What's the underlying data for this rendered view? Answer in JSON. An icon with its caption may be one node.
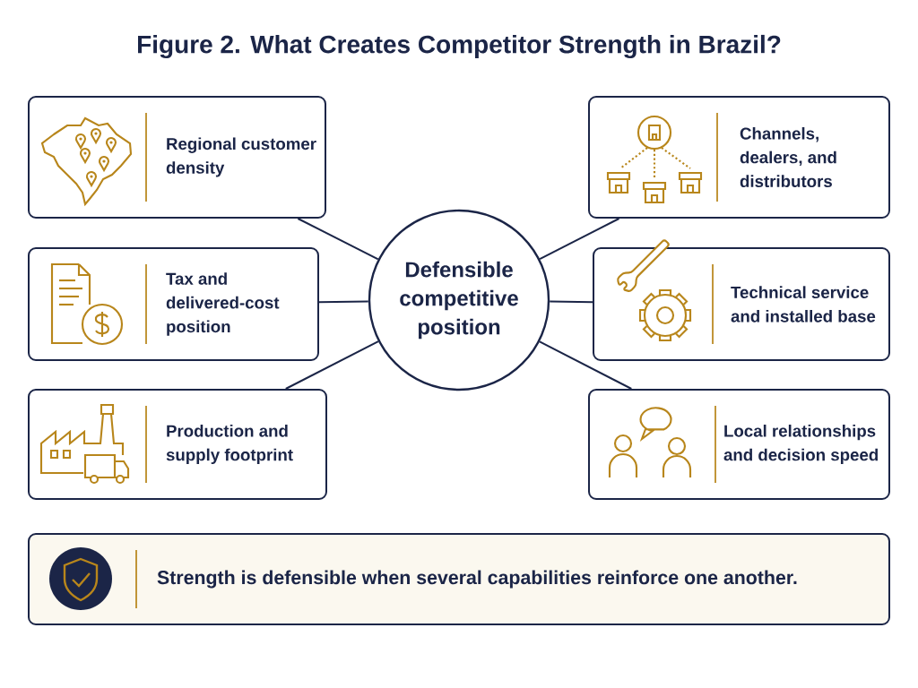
{
  "diagram": {
    "title": "Figure 2. What Creates Competitor Strength in Brazil?",
    "nodes": [
      {
        "text": [
          "Regional customer density"
        ]
      },
      {
        "text": [
          "Channels, dealers, and distributors"
        ]
      },
      {
        "text": [
          "Tax and delivered-cost position"
        ]
      },
      {
        "text": [
          "Defensible competitive position"
        ]
      },
      {
        "text": [
          "Technical service and installed base"
        ]
      },
      {
        "text": [
          "Production and supply footprint"
        ]
      },
      {
        "text": [
          "Local relationships and decision speed"
        ]
      },
      {
        "text": [
          "Strength is defensible when several capabilities reinforce one another."
        ]
      }
    ],
    "edges": [
      {
        "from": 3,
        "to": 0,
        "arrow": "none"
      },
      {
        "from": 3,
        "to": 1,
        "arrow": "none"
      },
      {
        "from": 3,
        "to": 2,
        "arrow": "none"
      },
      {
        "from": 3,
        "to": 4,
        "arrow": "none"
      },
      {
        "from": 3,
        "to": 5,
        "arrow": "none"
      },
      {
        "from": 3,
        "to": 6,
        "arrow": "none"
      }
    ]
  }
}
